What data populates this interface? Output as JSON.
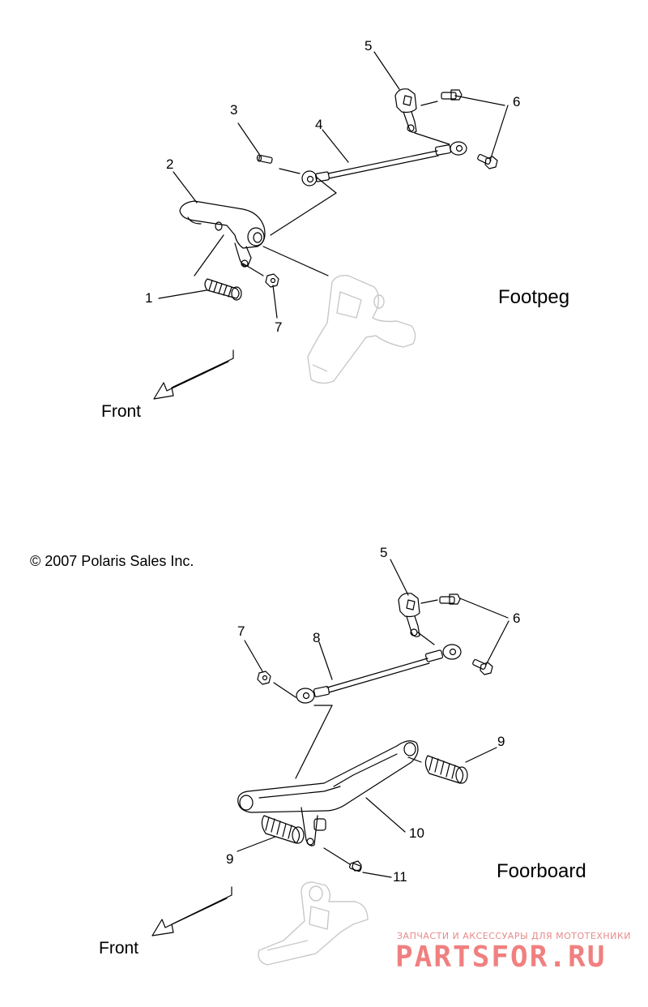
{
  "callouts": {
    "top": [
      "1",
      "2",
      "3",
      "4",
      "5",
      "6",
      "7"
    ],
    "bottom": [
      "5",
      "6",
      "7",
      "8",
      "9",
      "9",
      "10",
      "11"
    ]
  },
  "labels": {
    "footpeg": "Footpeg",
    "foorboard": "Foorboard",
    "front_top": "Front",
    "front_bottom": "Front"
  },
  "copyright": "© 2007 Polaris Sales Inc.",
  "watermark": {
    "tagline": "ЗАПЧАСТИ И АКСЕССУАРЫ ДЛЯ МОТОТЕХНИКИ",
    "brand": "PARTSFOR.RU",
    "color": "#f08080"
  }
}
